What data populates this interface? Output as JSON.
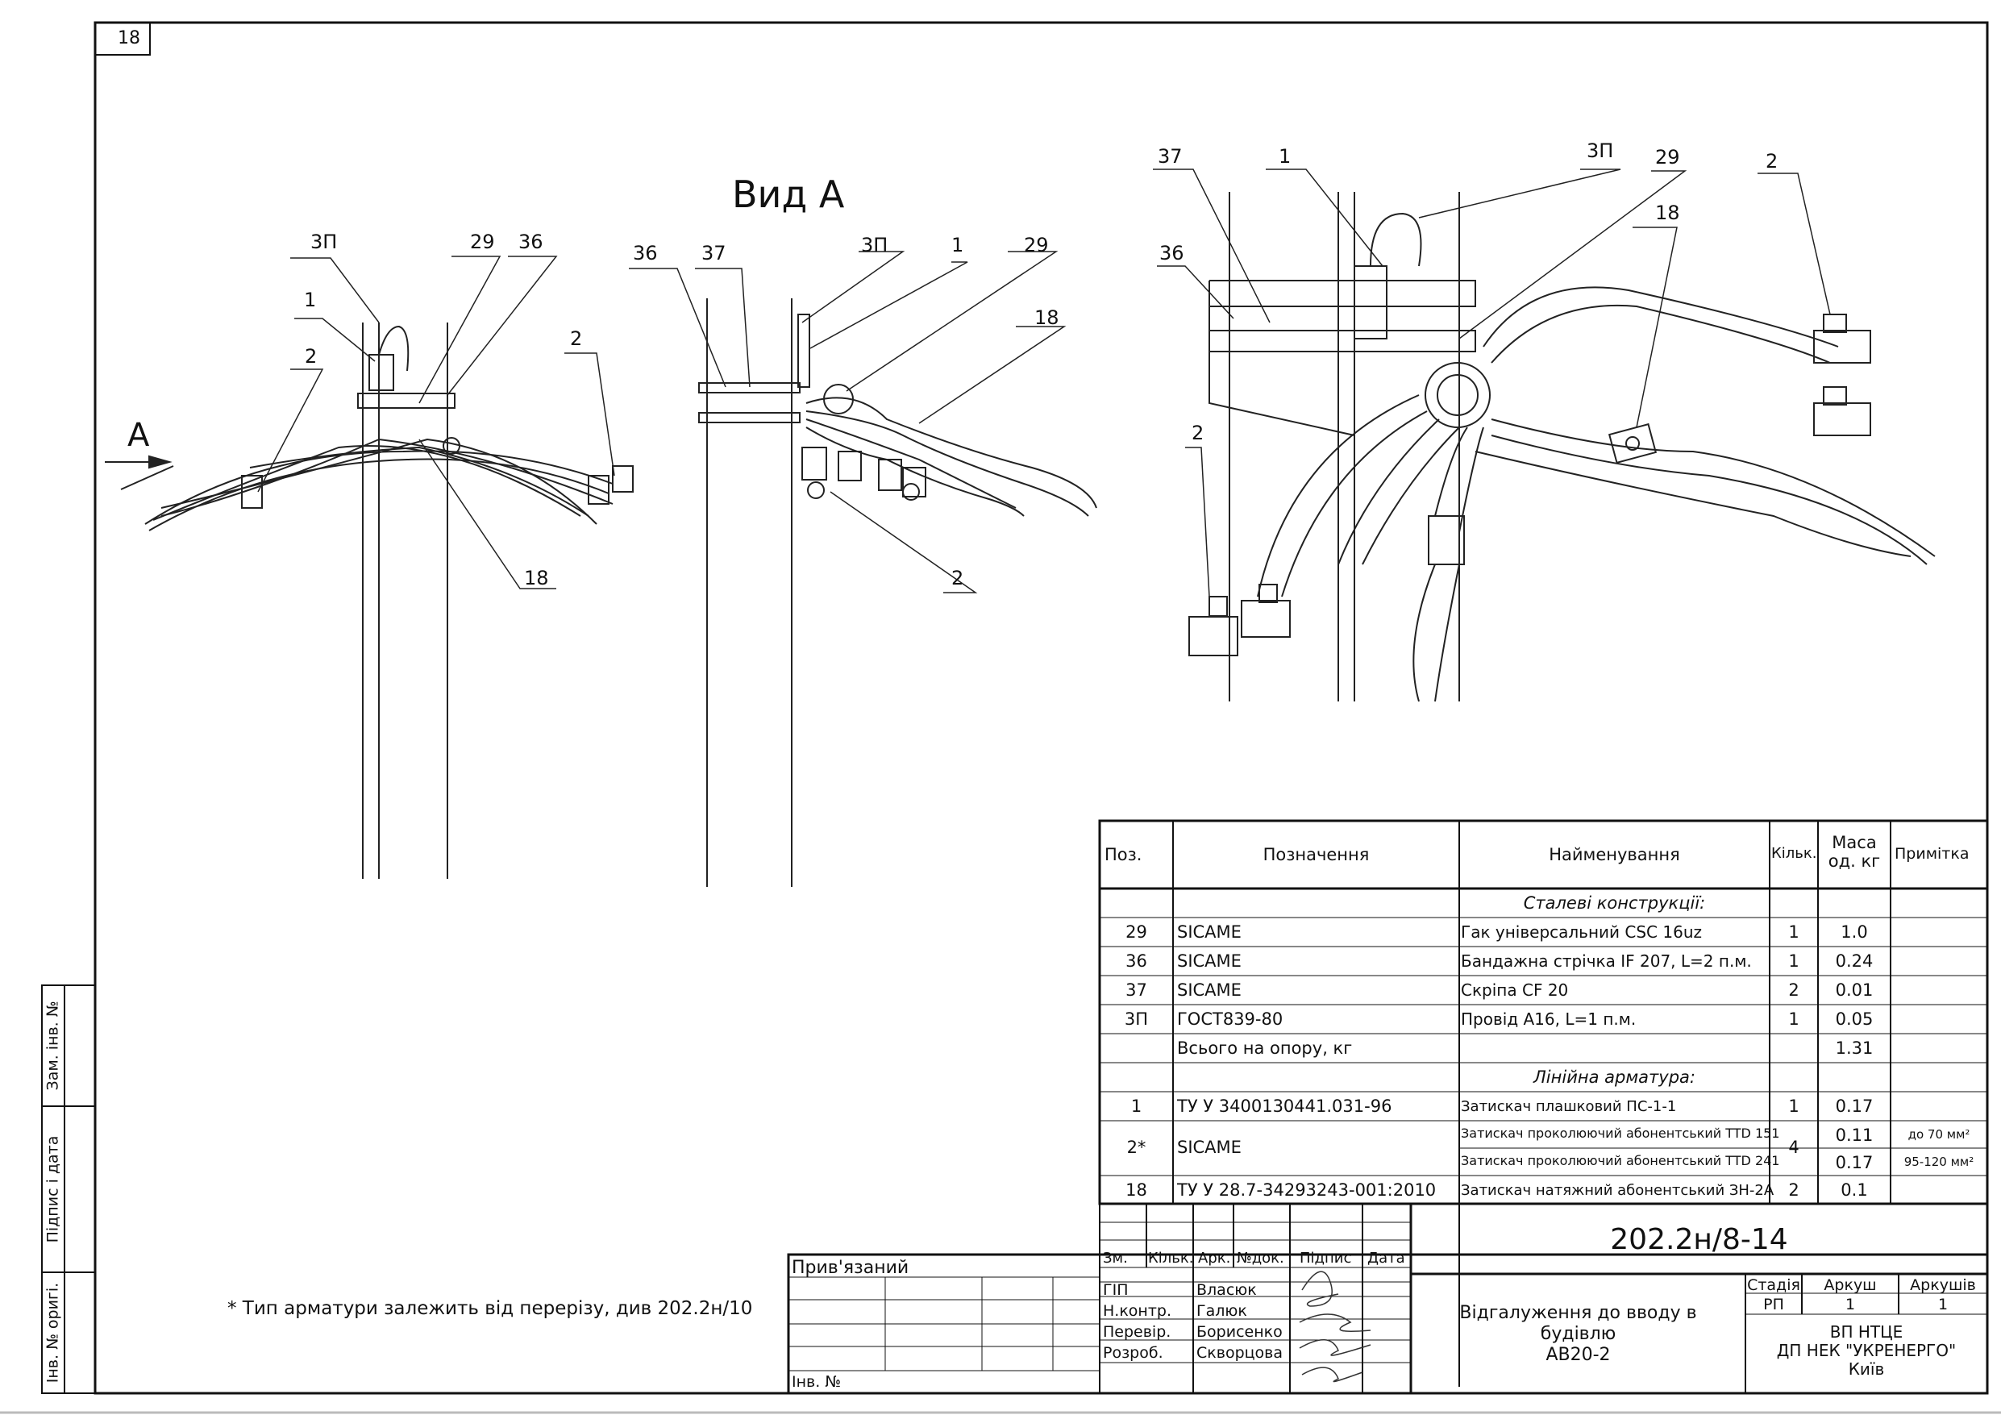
{
  "sheet_number": "18",
  "view_title": "Вид А",
  "arrow_label": "А",
  "callouts": {
    "left": [
      "3П",
      "29",
      "36",
      "1",
      "2",
      "2",
      "18"
    ],
    "middle": [
      "36",
      "37",
      "3П",
      "1",
      "29",
      "18",
      "2"
    ],
    "right": [
      "37",
      "1",
      "3П",
      "29",
      "2",
      "18",
      "36",
      "2"
    ]
  },
  "spec": {
    "headers": {
      "pos": "Поз.",
      "designation": "Позначення",
      "name": "Найменування",
      "qty": "Кільк.",
      "mass": "Маса од. кг",
      "note": "Примітка"
    },
    "section1": "Сталеві конструкції:",
    "section2": "Лінійна арматура:",
    "rows": [
      {
        "pos": "29",
        "des": "SICAME",
        "name": "Гак універсальний CSC 16uz",
        "qty": "1",
        "mass": "1.0",
        "note": ""
      },
      {
        "pos": "36",
        "des": "SICAME",
        "name": "Бандажна стрічка IF 207, L=2 п.м.",
        "qty": "1",
        "mass": "0.24",
        "note": ""
      },
      {
        "pos": "37",
        "des": "SICAME",
        "name": "Скріпа CF 20",
        "qty": "2",
        "mass": "0.01",
        "note": ""
      },
      {
        "pos": "3П",
        "des": "ГОСТ839-80",
        "name": "Провід А16, L=1 п.м.",
        "qty": "1",
        "mass": "0.05",
        "note": ""
      },
      {
        "pos": "",
        "des": "Всього на опору, кг",
        "name": "",
        "qty": "",
        "mass": "1.31",
        "note": ""
      },
      {
        "pos": "1",
        "des": "ТУ У 3400130441.031-96",
        "name": "Затискач плашковий ПС-1-1",
        "qty": "1",
        "mass": "0.17",
        "note": ""
      },
      {
        "pos": "2*",
        "des": "SICAME",
        "name": "Затискач проколюючий абонентський TTD 151",
        "qty": "4",
        "mass": "0.11",
        "note": "до 70 мм²"
      },
      {
        "pos": "",
        "des": "",
        "name": "Затискач проколюючий абонентський TTD 241",
        "qty": "",
        "mass": "0.17",
        "note": "95-120 мм²"
      },
      {
        "pos": "18",
        "des": "ТУ У 28.7-34293243-001:2010",
        "name": "Затискач натяжний абонентський ЗН-2А",
        "qty": "2",
        "mass": "0.1",
        "note": ""
      }
    ]
  },
  "title_block": {
    "code": "202.2н/8-14",
    "sign_headers": [
      "Зм.",
      "Кільк.",
      "Арк.",
      "№док.",
      "Підпис",
      "Дата"
    ],
    "roles": [
      {
        "role": "ГІП",
        "name": "Власюк"
      },
      {
        "role": "Н.контр.",
        "name": "Галюк"
      },
      {
        "role": "Перевір.",
        "name": "Борисенко"
      },
      {
        "role": "Розроб.",
        "name": "Скворцова"
      }
    ],
    "description": [
      "Відгалуження до вводу в",
      "будівлю",
      "АВ20-2"
    ],
    "stage_label": "Стадія",
    "sheet_label": "Аркуш",
    "sheets_label": "Аркушів",
    "stage": "РП",
    "sheet": "1",
    "sheets": "1",
    "org": [
      "ВП НТЦЕ",
      "ДП НЕК \"УКРЕНЕРГО\"",
      "Київ"
    ]
  },
  "attached": "Прив'язаний",
  "inv_no": "Інв. №",
  "side_labels": [
    "Зам. інв. №",
    "Підпис і дата",
    "Інв. № оригі."
  ],
  "footnote": "* Тип арматури залежить від перерізу, див 202.2н/10"
}
